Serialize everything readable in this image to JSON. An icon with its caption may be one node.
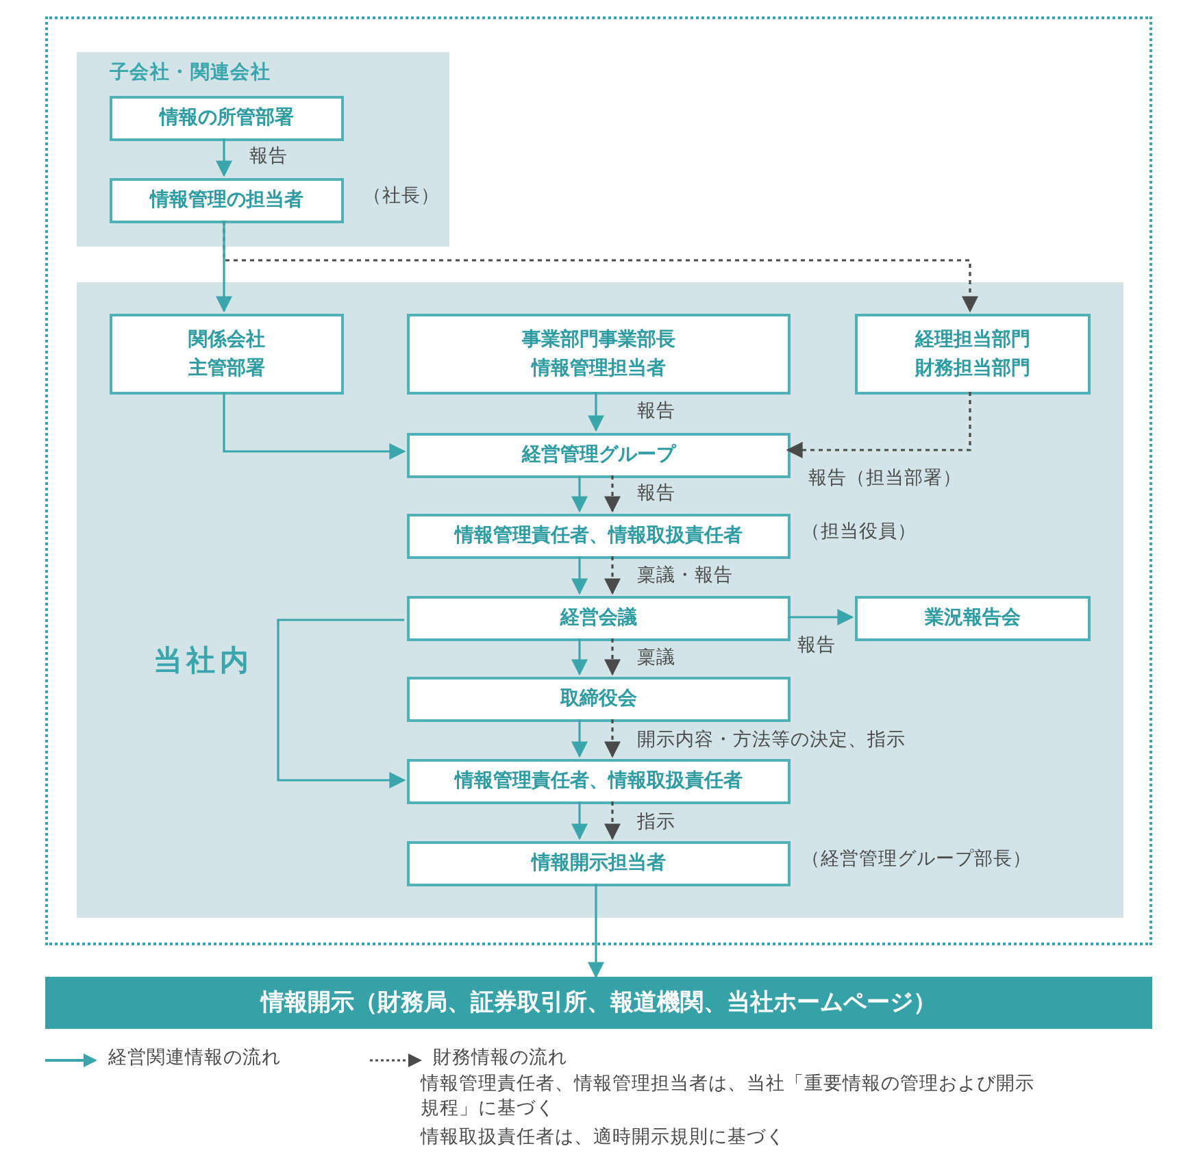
{
  "diagram": {
    "nodes": [
      {
        "text": [],
        "shape": "box"
      },
      {
        "text": [
          "子会社・関連会社"
        ],
        "in": 0
      },
      {
        "text": [
          "情報の所管部署"
        ],
        "in": 1
      },
      {
        "text": [
          "情報管理の担当者"
        ],
        "beside": [
          "（社長）"
        ],
        "in": 1
      },
      {
        "text": [
          "当社内"
        ],
        "in": 0
      },
      {
        "text": [
          "関係会社主管部署"
        ],
        "in": 4
      },
      {
        "text": [
          "事業部門事業部長情報管理担当者"
        ],
        "in": 4
      },
      {
        "text": [
          "経理担当部門財務担当部門"
        ],
        "in": 4
      },
      {
        "text": [
          "経営管理グループ"
        ],
        "in": 4
      },
      {
        "text": [
          "情報管理責任者、情報取扱責任者"
        ],
        "beside": [
          "（担当役員）"
        ],
        "in": 4
      },
      {
        "text": [
          "経営会議"
        ],
        "in": 4
      },
      {
        "text": [
          "業況報告会"
        ],
        "in": 4
      },
      {
        "text": [
          "取締役会"
        ],
        "in": 4
      },
      {
        "text": [
          "情報管理責任者、情報取扱責任者"
        ],
        "in": 4
      },
      {
        "text": [
          "情報開示担当者"
        ],
        "beside": [
          "（経営管理グループ部長）"
        ],
        "in": 4
      },
      {
        "text": [
          "情報開示（財務局、証券取引所、報道機関、当社ホームページ）"
        ]
      }
    ],
    "edges": [
      {
        "from": 2,
        "to": 3,
        "arrow": "to",
        "label": "報告"
      },
      {
        "from": 3,
        "to": 5,
        "arrow": "to"
      },
      {
        "from": 3,
        "to": 7,
        "arrow": "to",
        "style": "dashed",
        "color": "#4a4a4a"
      },
      {
        "from": 5,
        "to": 8,
        "arrow": "to"
      },
      {
        "from": 6,
        "to": 8,
        "arrow": "to",
        "label": "報告"
      },
      {
        "from": 7,
        "to": 8,
        "arrow": "to",
        "label": "報告（担当部署）",
        "style": "dashed",
        "color": "#4a4a4a"
      },
      {
        "from": 8,
        "to": 9,
        "arrow": "to"
      },
      {
        "from": 8,
        "to": 9,
        "arrow": "to",
        "label": "報告",
        "style": "dashed",
        "color": "#4a4a4a"
      },
      {
        "from": 9,
        "to": 10,
        "arrow": "to"
      },
      {
        "from": 9,
        "to": 10,
        "arrow": "to",
        "label": "稟議・報告",
        "style": "dashed",
        "color": "#4a4a4a"
      },
      {
        "from": 10,
        "to": 11,
        "arrow": "to",
        "label": "報告"
      },
      {
        "from": 10,
        "to": 12,
        "arrow": "to"
      },
      {
        "from": 10,
        "to": 12,
        "arrow": "to",
        "label": "稟議",
        "style": "dashed",
        "color": "#4a4a4a"
      },
      {
        "from": 10,
        "to": 13,
        "arrow": "to"
      },
      {
        "from": 12,
        "to": 13,
        "arrow": "to"
      },
      {
        "from": 12,
        "to": 13,
        "arrow": "to",
        "label": "開示内容・方法等の決定、指示",
        "style": "dashed",
        "color": "#4a4a4a"
      },
      {
        "from": 13,
        "to": 14,
        "arrow": "to"
      },
      {
        "from": 13,
        "to": 14,
        "arrow": "to",
        "label": "指示",
        "style": "dashed",
        "color": "#4a4a4a"
      },
      {
        "from": 14,
        "to": 15,
        "arrow": "to"
      }
    ],
    "labels": [
      "情報管理責任者、情報管理担当者は、当社「重要情報の管理および開示規程」に基づく",
      "情報取扱責任者は、適時開示規則に基づく"
    ],
    "legend": [
      {
        "text": "経営関連情報の流れ"
      },
      {
        "text": "財務情報の流れ"
      }
    ]
  }
}
